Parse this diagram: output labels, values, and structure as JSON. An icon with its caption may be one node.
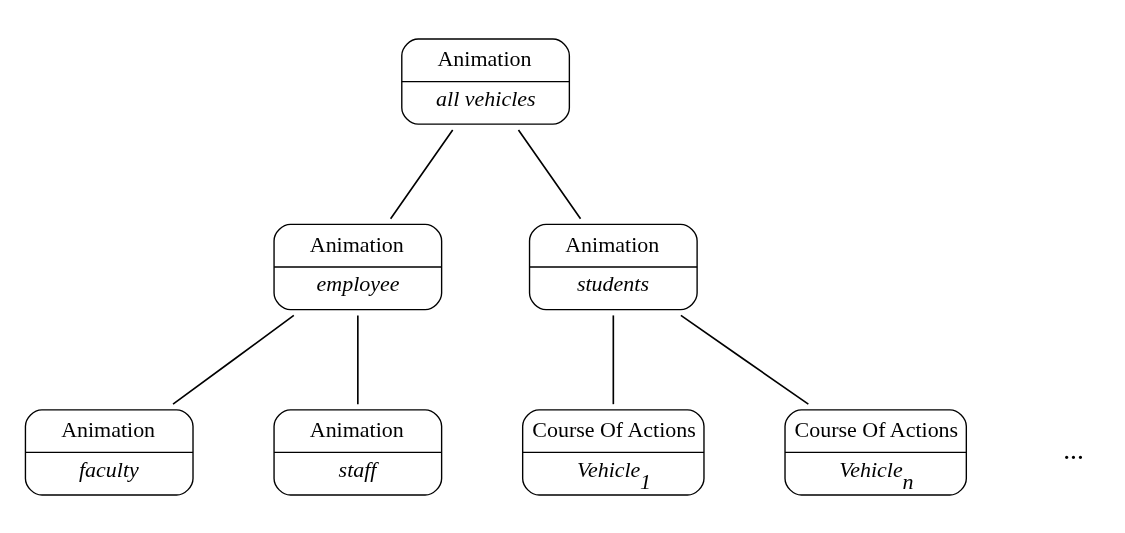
{
  "diagram": {
    "nodes": [
      {
        "text": [
          "Animation",
          "all vehicles"
        ]
      },
      {
        "text": [
          "Animation",
          "employee"
        ]
      },
      {
        "text": [
          "Animation",
          "students"
        ]
      },
      {
        "text": [
          "Animation",
          "faculty"
        ]
      },
      {
        "text": [
          "Animation",
          "staff"
        ]
      },
      {
        "text": [
          "Course Of Actions",
          "Vehicle$_{1}$"
        ]
      },
      {
        "text": [
          "Course Of Actions",
          "Vehicle$_{n}$"
        ]
      }
    ],
    "edges": [
      {
        "from": 0,
        "to": 1,
        "arrow": "none"
      },
      {
        "from": 0,
        "to": 2,
        "arrow": "none"
      },
      {
        "from": 1,
        "to": 3,
        "arrow": "none"
      },
      {
        "from": 1,
        "to": 4,
        "arrow": "none"
      },
      {
        "from": 2,
        "to": 5,
        "arrow": "none"
      },
      {
        "from": 2,
        "to": 6,
        "arrow": "none"
      }
    ],
    "labels": [
      "..."
    ]
  }
}
